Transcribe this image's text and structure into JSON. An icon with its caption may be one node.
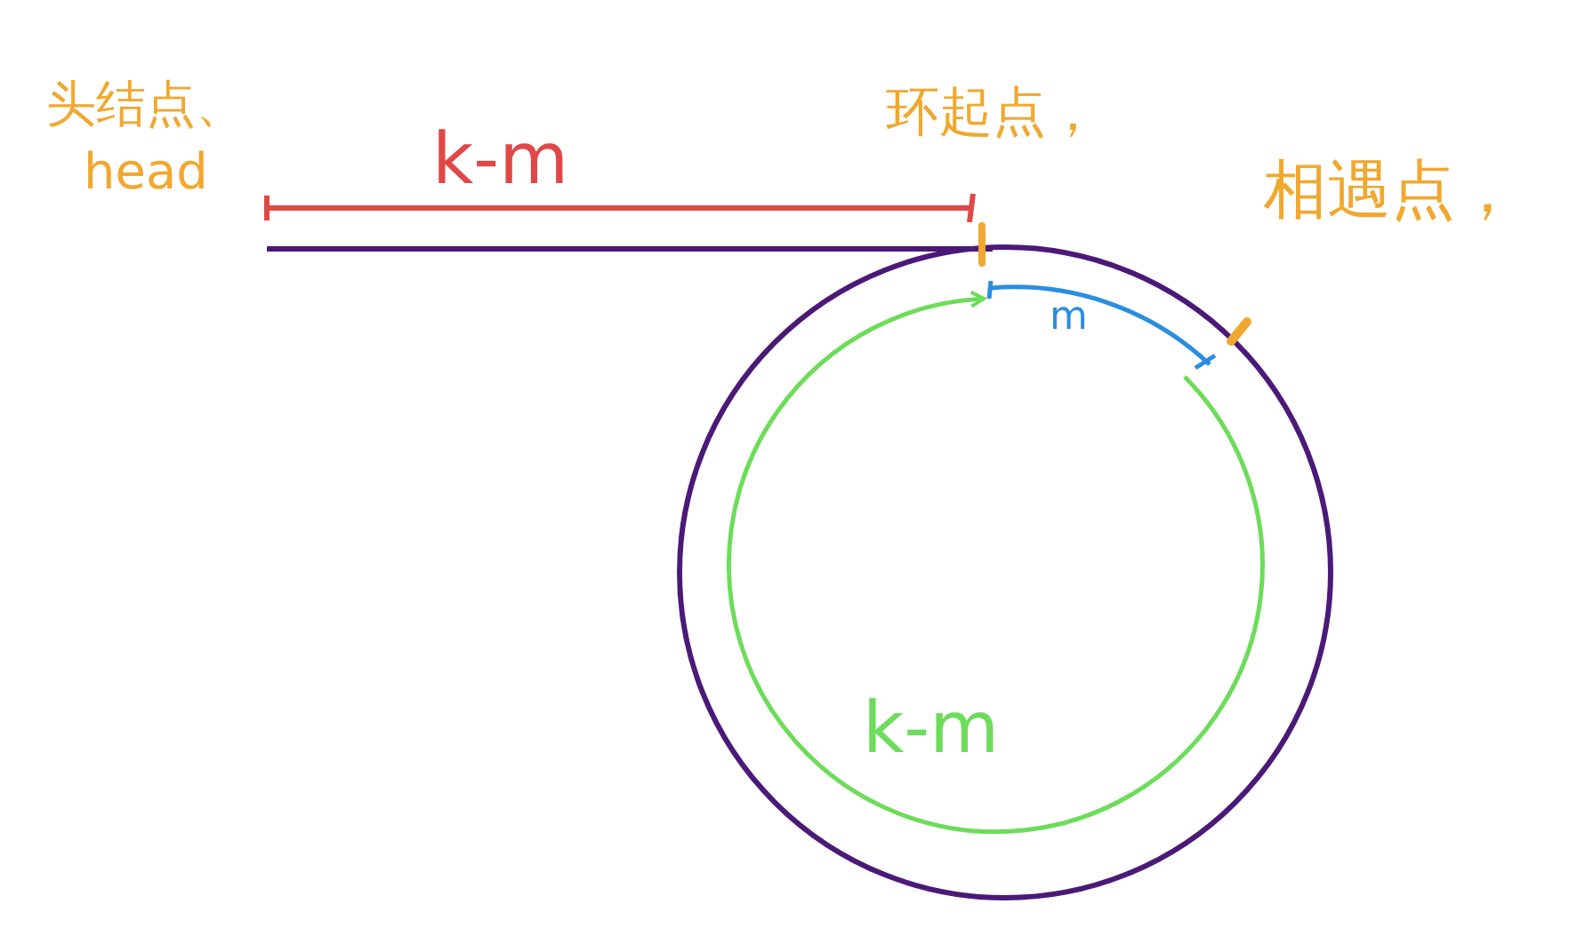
{
  "diagram": {
    "labels": [
      "头结点、 head",
      "k-m",
      "环起点，",
      "相遇点，",
      "m",
      "k-m"
    ]
  }
}
